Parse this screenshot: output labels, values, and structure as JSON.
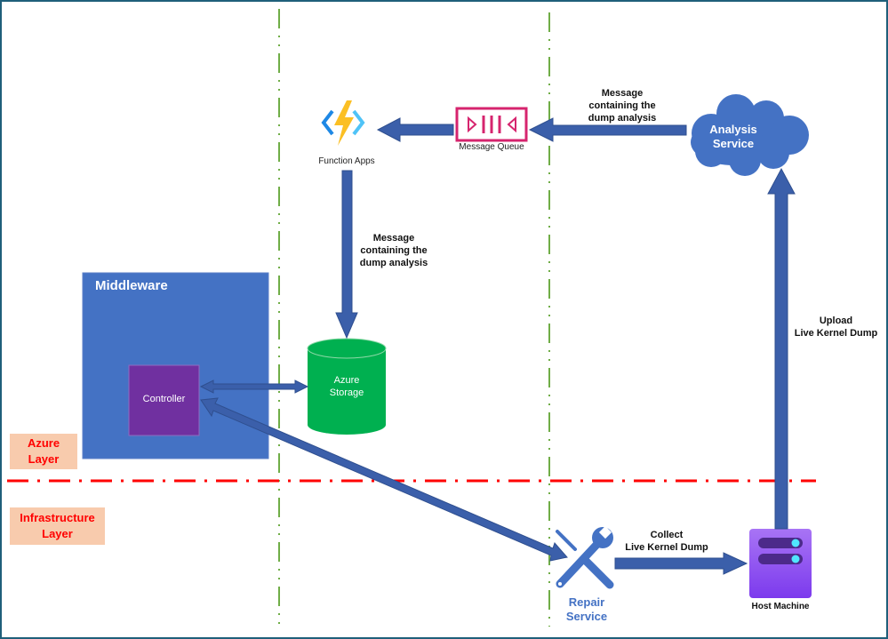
{
  "colors": {
    "arrow": "#3b5faa",
    "middleware": "#4472c4",
    "controller": "#7030a0",
    "storage": "#00b050",
    "cloud": "#4472c4",
    "queue": "#d6246e",
    "host": "#9b5cf0",
    "layer_divider": "#ff0000",
    "column_divider": "#70ad47",
    "layer_tag_bg": "#f8cbad",
    "layer_tag_text": "#ff0000",
    "repair_text": "#4472c4",
    "frame": "#1f5f7a"
  },
  "nodes": {
    "function_apps": {
      "label": "Function Apps",
      "icon": "lightning-bracket-icon"
    },
    "message_queue": {
      "label": "Message Queue",
      "icon": "queue-icon"
    },
    "analysis_service": {
      "label_line1": "Analysis",
      "label_line2": "Service",
      "icon": "cloud-icon"
    },
    "middleware": {
      "label": "Middleware"
    },
    "controller": {
      "label": "Controller"
    },
    "azure_storage": {
      "label_line1": "Azure",
      "label_line2": "Storage",
      "icon": "cylinder-icon"
    },
    "repair_service": {
      "label_line1": "Repair",
      "label_line2": "Service",
      "icon": "wrench-screwdriver-icon"
    },
    "host_machine": {
      "label": "Host Machine",
      "icon": "server-icon"
    }
  },
  "edges": {
    "analysis_to_queue": {
      "line1": "Message",
      "line2": "containing the",
      "line3": "dump analysis"
    },
    "functions_to_storage": {
      "line1": "Message",
      "line2": "containing the",
      "line3": "dump analysis"
    },
    "host_to_analysis": {
      "line1": "Upload",
      "line2": "Live Kernel Dump"
    },
    "repair_to_host": {
      "line1": "Collect",
      "line2": "Live Kernel Dump"
    }
  },
  "layers": {
    "azure": {
      "line1": "Azure",
      "line2": "Layer"
    },
    "infrastructure": {
      "line1": "Infrastructure",
      "line2": "Layer"
    }
  }
}
